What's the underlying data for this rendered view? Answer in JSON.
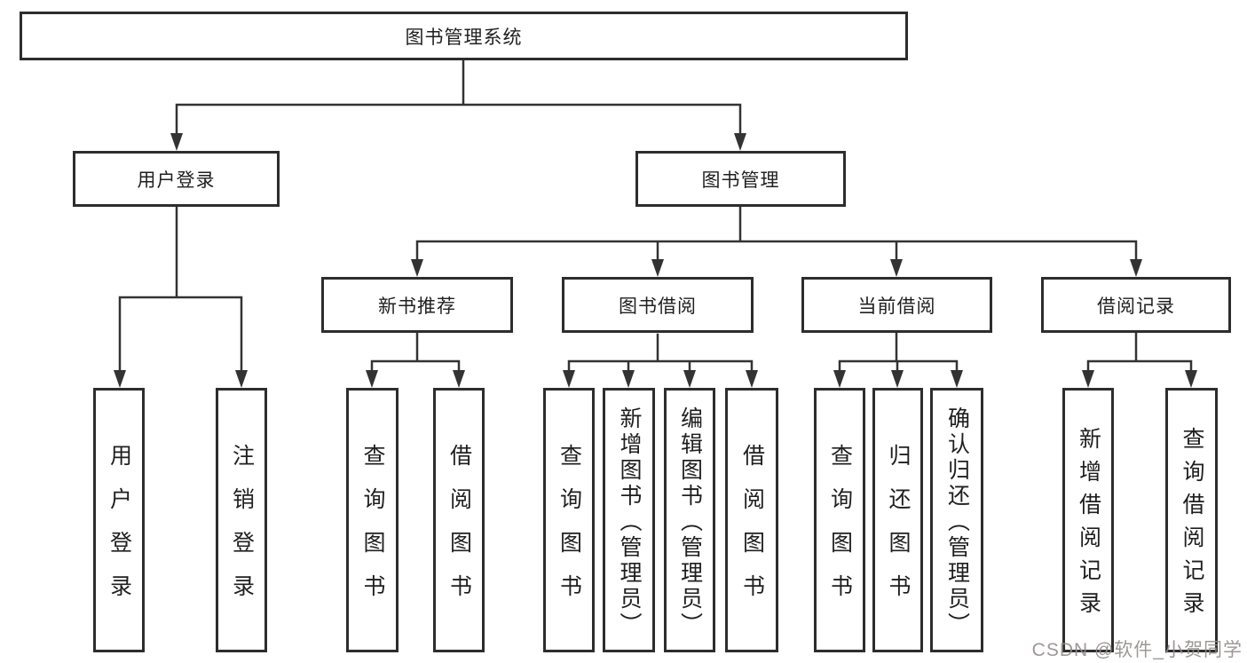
{
  "diagram": {
    "root": {
      "label": "图书管理系统"
    },
    "level2": [
      {
        "label": "用户登录"
      },
      {
        "label": "图书管理"
      }
    ],
    "level3": [
      {
        "label": "新书推荐"
      },
      {
        "label": "图书借阅"
      },
      {
        "label": "当前借阅"
      },
      {
        "label": "借阅记录"
      }
    ],
    "leaves": {
      "user_login": [
        {
          "label": "用户登录"
        },
        {
          "label": "注销登录"
        }
      ],
      "new_books": [
        {
          "label": "查询图书"
        },
        {
          "label": "借阅图书"
        }
      ],
      "book_borrow": [
        {
          "label": "查询图书"
        },
        {
          "label": "新增图书（管理员）"
        },
        {
          "label": "编辑图书（管理员）"
        },
        {
          "label": "借阅图书"
        }
      ],
      "current_borrow": [
        {
          "label": "查询图书"
        },
        {
          "label": "归还图书"
        },
        {
          "label": "确认归还（管理员）"
        }
      ],
      "borrow_records": [
        {
          "label": "新增借阅记录"
        },
        {
          "label": "查询借阅记录"
        }
      ]
    }
  },
  "watermark": {
    "text": "CSDN @软件_小贺同学",
    "color": "#948c8c"
  },
  "colors": {
    "line": "#333333",
    "box_border": "#2d2d2d",
    "box_fill": "#ffffff",
    "text": "#1f1f1f",
    "background": "#ffffff"
  }
}
